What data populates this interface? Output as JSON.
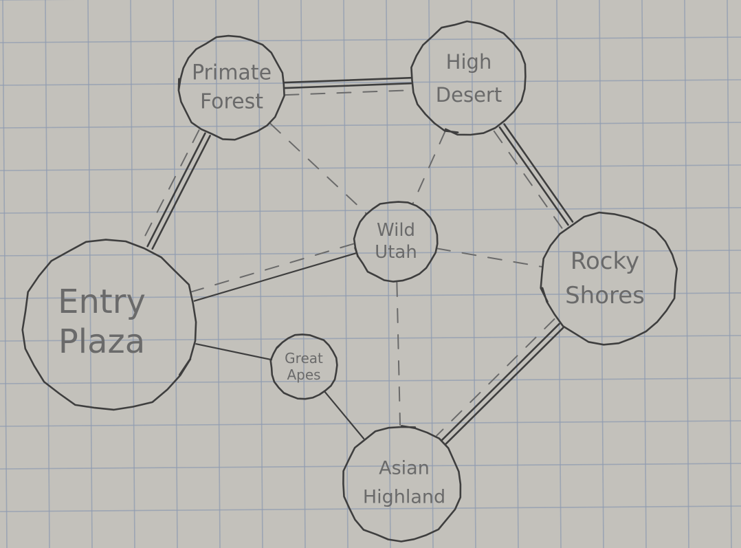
{
  "colors": {
    "paper": "#c3c1bb",
    "grid": "#8f9bb0",
    "pencil": "#3e3e3e",
    "pencil_soft": "#6a6a6a"
  },
  "nodes": [
    {
      "id": "primate-forest",
      "lines": [
        "Primate",
        "Forest"
      ]
    },
    {
      "id": "high-desert",
      "lines": [
        "High",
        "Desert"
      ]
    },
    {
      "id": "wild-utah",
      "lines": [
        "Wild",
        "Utah"
      ]
    },
    {
      "id": "rocky-shores",
      "lines": [
        "Rocky",
        "Shores"
      ]
    },
    {
      "id": "entry-plaza",
      "lines": [
        "Entry",
        "Plaza"
      ]
    },
    {
      "id": "great-apes",
      "lines": [
        "Great",
        "Apes"
      ]
    },
    {
      "id": "asian-highland",
      "lines": [
        "Asian",
        "Highland"
      ]
    }
  ],
  "edges": [
    {
      "from": "primate-forest",
      "to": "high-desert",
      "style": "double"
    },
    {
      "from": "primate-forest",
      "to": "high-desert",
      "style": "dashed"
    },
    {
      "from": "high-desert",
      "to": "rocky-shores",
      "style": "double"
    },
    {
      "from": "high-desert",
      "to": "rocky-shores",
      "style": "dashed"
    },
    {
      "from": "primate-forest",
      "to": "entry-plaza",
      "style": "double"
    },
    {
      "from": "primate-forest",
      "to": "entry-plaza",
      "style": "dashed"
    },
    {
      "from": "rocky-shores",
      "to": "asian-highland",
      "style": "double"
    },
    {
      "from": "rocky-shores",
      "to": "asian-highland",
      "style": "dashed"
    },
    {
      "from": "primate-forest",
      "to": "wild-utah",
      "style": "dashed"
    },
    {
      "from": "high-desert",
      "to": "wild-utah",
      "style": "dashed"
    },
    {
      "from": "wild-utah",
      "to": "rocky-shores",
      "style": "dashed"
    },
    {
      "from": "wild-utah",
      "to": "asian-highland",
      "style": "dashed"
    },
    {
      "from": "wild-utah",
      "to": "entry-plaza",
      "style": "solid"
    },
    {
      "from": "wild-utah",
      "to": "entry-plaza",
      "style": "dashed"
    },
    {
      "from": "entry-plaza",
      "to": "great-apes",
      "style": "solid"
    },
    {
      "from": "great-apes",
      "to": "asian-highland",
      "style": "solid"
    }
  ]
}
